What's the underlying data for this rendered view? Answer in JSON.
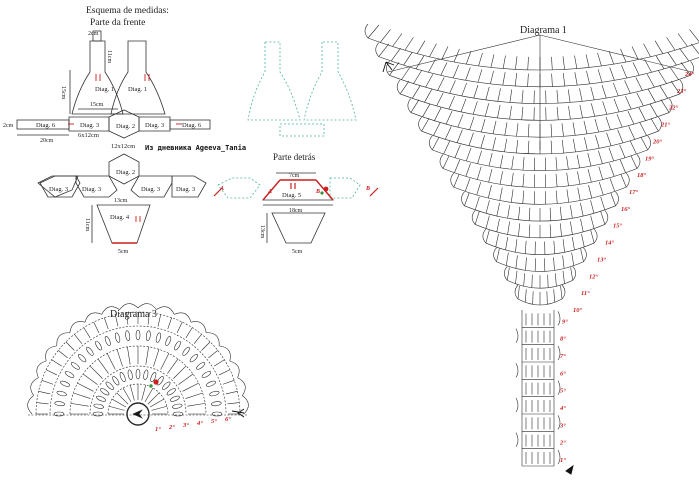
{
  "schema": {
    "title": "Esquema de medidas:",
    "front_title": "Parte da frente",
    "back_title": "Parte detrás",
    "watermark": "Из дневника Ageeva_Tania",
    "labels": {
      "d1": "Diag. 1",
      "d2": "Diag. 2",
      "d3": "Diag. 3",
      "d4": "Diag. 4",
      "d5": "Diag. 5",
      "d6": "Diag. 6",
      "d3_size": "Diag. 3\n6x12cm",
      "d2_size": "12x12cm",
      "a": "A",
      "b": "B"
    },
    "measures": {
      "m2cm_top": "2cm",
      "m11cm": "11cm",
      "m15cm_v": "15cm",
      "m15cm_h": "15cm",
      "m2cm_left": "2cm",
      "m20cm": "20cm",
      "m13cm": "13cm",
      "m11cm_b": "11cm",
      "m5cm": "5cm",
      "m7cm": "7cm",
      "m18cm": "18cm",
      "m13cm_back": "13cm",
      "m5cm_back": "5cm"
    }
  },
  "diagram1": {
    "title": "Diagrama 1",
    "rows": [
      "1°",
      "2°",
      "3°",
      "4°",
      "5°",
      "6°",
      "7°",
      "8°",
      "9°",
      "10°",
      "11°",
      "12°",
      "13°",
      "14°",
      "15°",
      "16°",
      "17°",
      "18°",
      "19°",
      "20°",
      "21°",
      "22°",
      "23°",
      "24°"
    ]
  },
  "diagram3": {
    "title": "Diagrama 3",
    "rows": [
      "1°",
      "2°",
      "3°",
      "4°",
      "5°",
      "6°"
    ]
  },
  "colors": {
    "line": "#2b2b2b",
    "red": "#cc1f1f",
    "teal": "#4fb3a3",
    "green": "#3a8f3a"
  }
}
